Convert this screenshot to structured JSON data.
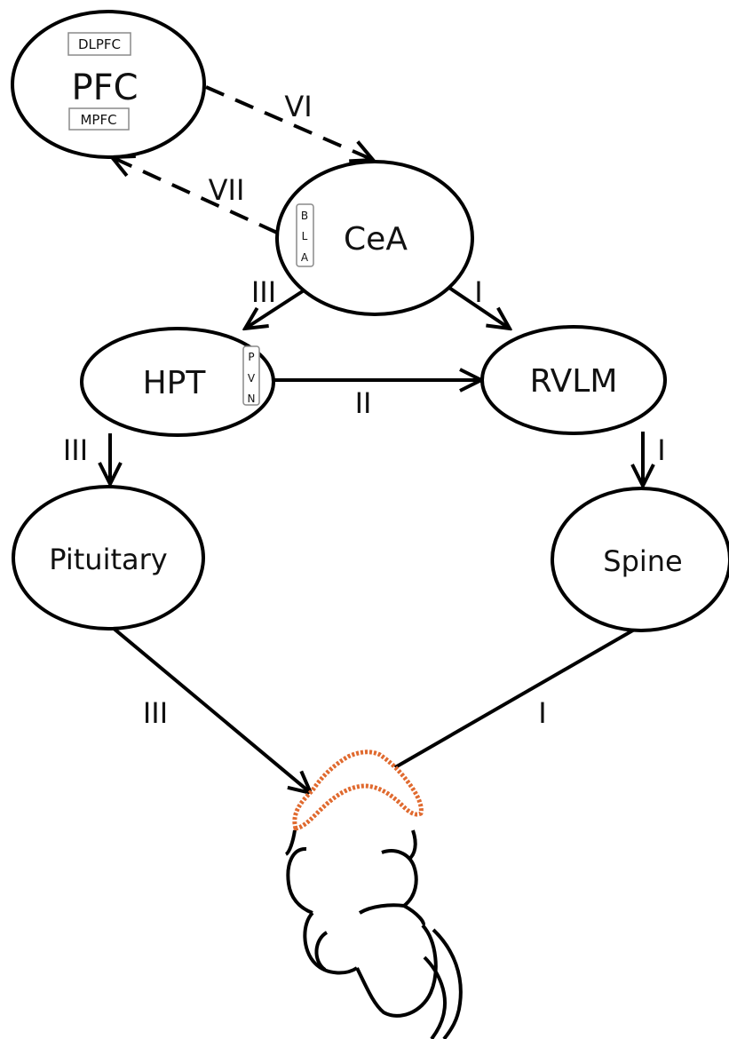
{
  "nodes": {
    "pfc": {
      "label": "PFC",
      "sub_top": "DLPFC",
      "sub_bottom": "MPFC"
    },
    "cea": {
      "label": "CeA",
      "side_letters": [
        "B",
        "L",
        "A"
      ]
    },
    "hpt": {
      "label": "HPT",
      "side_letters": [
        "P",
        "V",
        "N"
      ]
    },
    "rvlm": {
      "label": "RVLM"
    },
    "pituitary": {
      "label": "Pituitary"
    },
    "spine": {
      "label": "Spine"
    }
  },
  "edges": {
    "pfc_to_cea": "VI",
    "cea_to_pfc": "VII",
    "cea_to_hpt": "III",
    "cea_to_rvlm": "I",
    "hpt_to_rvlm": "II",
    "hpt_to_pituitary": "III",
    "rvlm_to_spine": "I",
    "pituitary_to_adrenal": "III",
    "spine_to_adrenal": "I"
  },
  "colors": {
    "adrenal_outline": "#e06a2f",
    "line": "#000000"
  }
}
